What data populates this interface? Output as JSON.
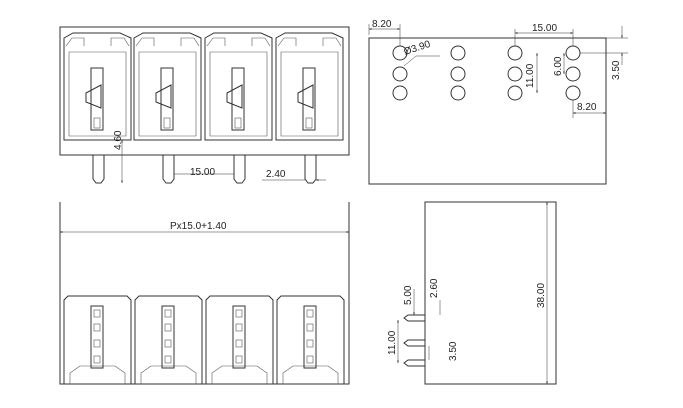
{
  "colors": {
    "line": "#333333",
    "dim": "#333333",
    "text": "#222222",
    "background": "#ffffff"
  },
  "front_view": {
    "dim_pin_length": "4.60",
    "dim_pitch": "15.00",
    "dim_pin_width": "2.40"
  },
  "pcb_layout": {
    "dim_edge_to_hole": "8.20",
    "dim_hole_diameter": "Ø3.90",
    "dim_pitch": "15.00",
    "dim_row_spacing_small": "6.00",
    "dim_row_spacing_large": "11.00",
    "dim_edge_offset": "3.50",
    "dim_hole_to_edge": "8.20"
  },
  "top_view": {
    "dim_total_length": "Px15.0+1.40"
  },
  "side_view": {
    "dim_height": "38.00",
    "dim_a": "5.00",
    "dim_b": "2.60",
    "dim_c": "11.00",
    "dim_d": "3.50"
  }
}
